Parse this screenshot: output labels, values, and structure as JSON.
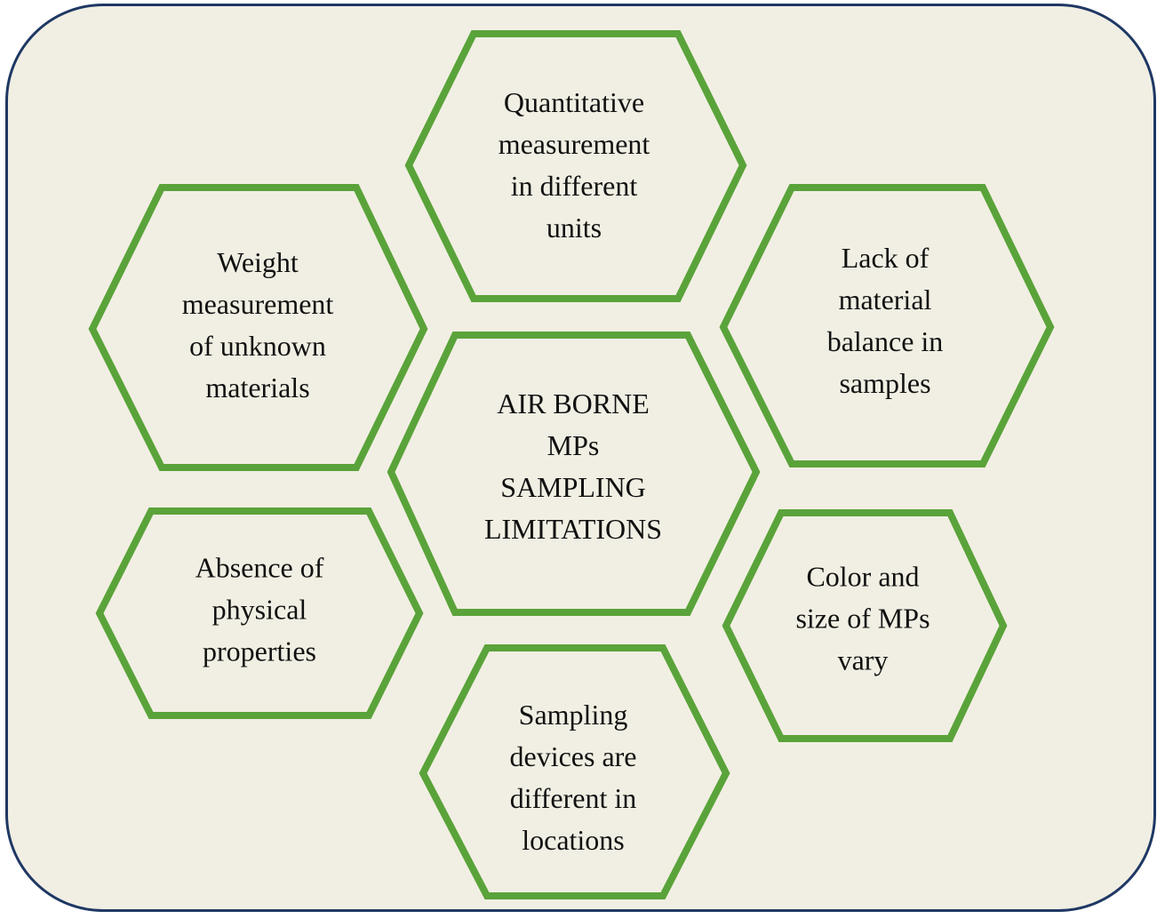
{
  "diagram": {
    "colors": {
      "frame_border": "#1f3864",
      "frame_fill": "#f1efe3",
      "hex_stroke": "#5aa33a",
      "text": "#111111"
    },
    "center": {
      "label": "AIR BORNE\nMPs\nSAMPLING\nLIMITATIONS"
    },
    "items": [
      {
        "label": "Quantitative\nmeasurement\nin different\nunits"
      },
      {
        "label": "Weight\nmeasurement\nof unknown\nmaterials"
      },
      {
        "label": "Lack of\nmaterial\nbalance in\nsamples"
      },
      {
        "label": "Absence of\nphysical\nproperties"
      },
      {
        "label": "Color and\nsize of MPs\nvary"
      },
      {
        "label": "Sampling\ndevices are\ndifferent in\nlocations"
      }
    ]
  }
}
